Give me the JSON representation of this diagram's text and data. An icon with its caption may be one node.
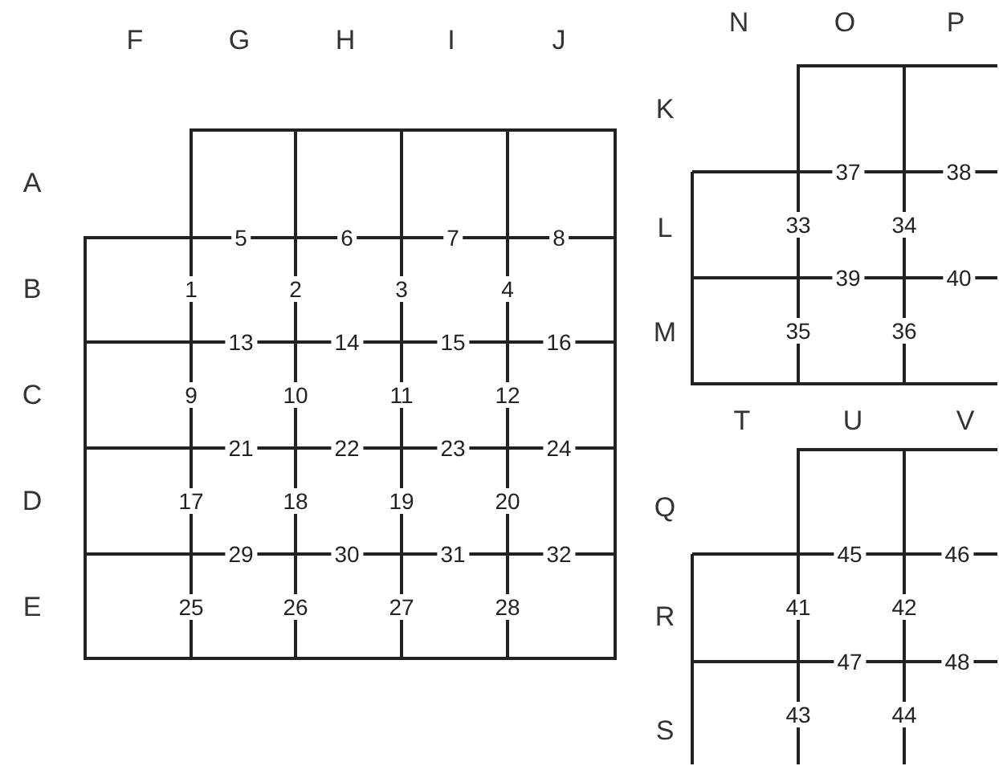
{
  "diagram": {
    "labels": [
      "F",
      "G",
      "H",
      "I",
      "J",
      "A",
      "B",
      "C",
      "D",
      "E",
      "1",
      "2",
      "3",
      "4",
      "5",
      "6",
      "7",
      "8",
      "9",
      "10",
      "11",
      "12",
      "13",
      "14",
      "15",
      "16",
      "17",
      "18",
      "19",
      "20",
      "21",
      "22",
      "23",
      "24",
      "25",
      "26",
      "27",
      "28",
      "29",
      "30",
      "31",
      "32",
      "N",
      "O",
      "P",
      "K",
      "L",
      "M",
      "33",
      "34",
      "35",
      "36",
      "37",
      "38",
      "39",
      "40",
      "T",
      "U",
      "V",
      "Q",
      "R",
      "S",
      "41",
      "42",
      "43",
      "44",
      "45",
      "46",
      "47",
      "48"
    ]
  }
}
